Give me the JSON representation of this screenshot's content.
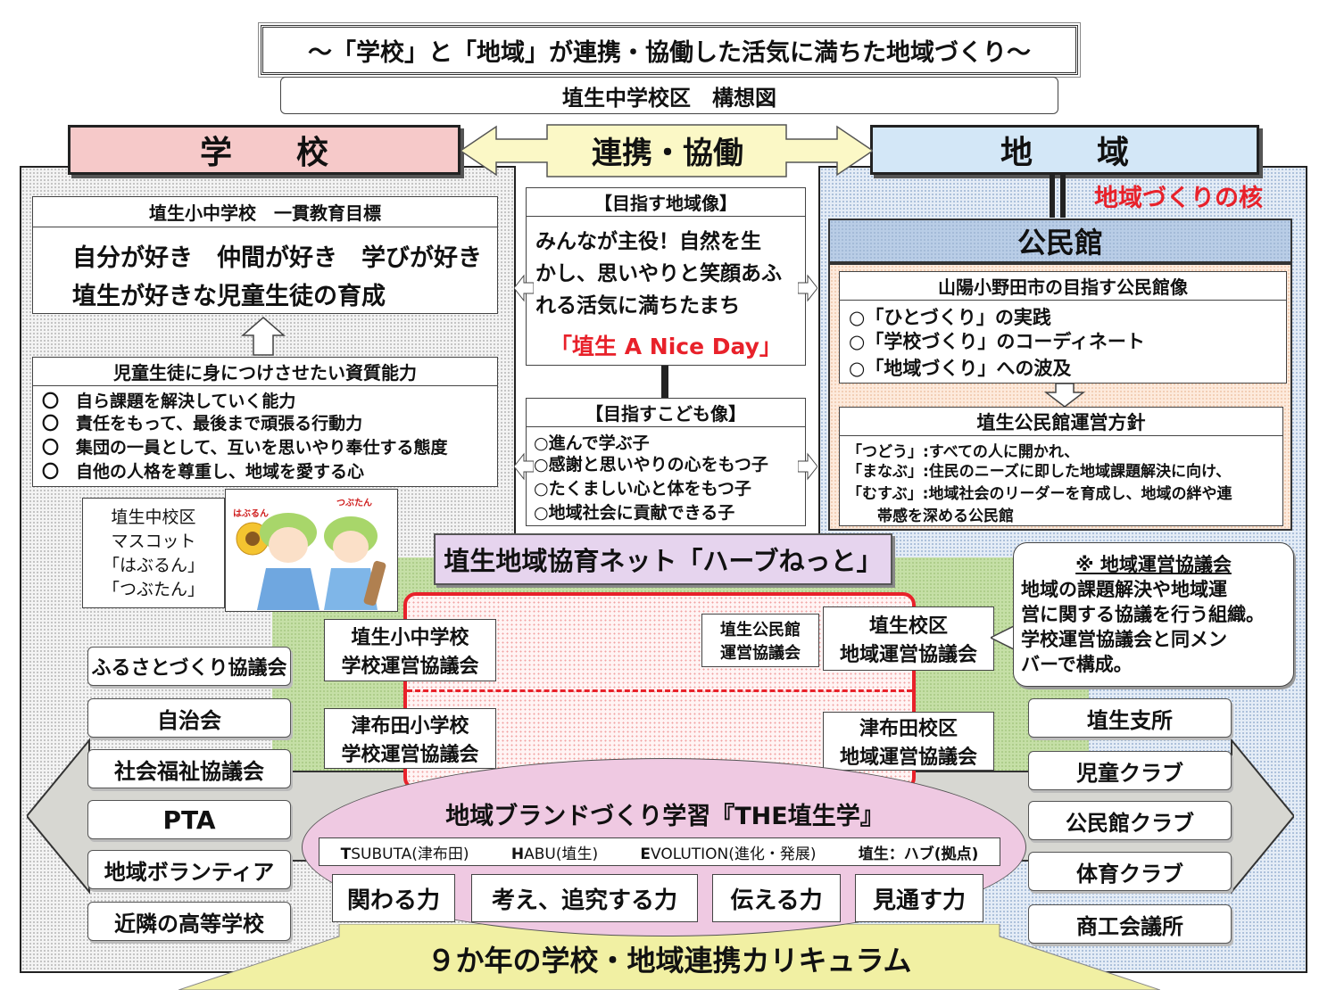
{
  "header": {
    "title": "～「学校」と「地域」が連携・協働した活気に満ちた地域づくり～",
    "subtitle": "埴生中学校区　構想図"
  },
  "school": {
    "label": "学　　校",
    "goal_title": "埴生小中学校　一貫教育目標",
    "goal_lines": [
      "自分が好き　仲間が好き　学びが好き",
      "埴生が好きな児童生徒の育成"
    ],
    "abilities_title": "児童生徒に身につけさせたい資質能力",
    "abilities": [
      "〇　自ら課題を解決していく能力",
      "〇　責任をもって、最後まで頑張る行動力",
      "〇　集団の一員として、互いを思いやり奉仕する態度",
      "〇　自他の人格を尊重し、地域を愛する心"
    ],
    "mascot_lines": [
      "埴生中校区",
      "マスコット",
      "「はぶるん」",
      "「つぶたん」"
    ],
    "mascot_img_labels": [
      "はぶるん",
      "つぶたん"
    ]
  },
  "collab": {
    "label": "連携・協働",
    "vision_title": "【目指す地域像】",
    "vision_lines": [
      "みんなが主役！自然を生",
      "かし、思いやりと笑顔あふ",
      "れる活気に満ちたまち"
    ],
    "vision_slogan": "「埴生 A Nice Day」",
    "child_title": "【目指すこども像】",
    "child_items": [
      "○進んで学ぶ子",
      "○感謝と思いやりの心をもつ子",
      "○たくましい心と体をもつ子",
      "○地域社会に貢献できる子"
    ]
  },
  "region": {
    "label": "地　　域",
    "core": "地域づくりの核",
    "kominkan": "公民館",
    "city_title": "山陽小野田市の目指す公民館像",
    "city_items": [
      "○「ひとづくり」の実践",
      "○「学校づくり」のコーディネート",
      "○「地域づくり」への波及"
    ],
    "policy_title": "埴生公民館運営方針",
    "policy_lines": [
      "「つどう」:すべての人に開かれ、",
      "「まなぶ」:住民のニーズに即した地域課題解決に向け、",
      "「むすぶ」:地域社会のリーダーを育成し、地域の絆や連",
      "　　帯感を深める公民館"
    ]
  },
  "network": {
    "label": "埴生地域協育ネット「ハーブねっと」",
    "hanyu_school_council": [
      "埴生小中学校",
      "学校運営協議会"
    ],
    "tsubuta_school_council": [
      "津布田小学校",
      "学校運営協議会"
    ],
    "kominkan_council": [
      "埴生公民館",
      "運営協議会"
    ],
    "hanyu_region_council": [
      "埴生校区",
      "地域運営協議会"
    ],
    "tsubuta_region_council": [
      "津布田校区",
      "地域運営協議会"
    ],
    "note_title": "※ 地域運営協議会",
    "note_lines": [
      "地域の課題解決や地域運",
      "営に関する協議を行う組織。",
      "学校運営協議会と同メン",
      "バーで構成。"
    ]
  },
  "left_orgs": [
    "ふるさとづくり協議会",
    "自治会",
    "社会福祉協議会",
    "PTA",
    "地域ボランティア",
    "近隣の高等学校"
  ],
  "right_orgs": [
    "埴生支所",
    "児童クラブ",
    "公民館クラブ",
    "体育クラブ",
    "商工会議所"
  ],
  "learning": {
    "title": "地域ブランドづくり学習『THE埴生学』",
    "acronym": [
      {
        "initial": "T",
        "rest": "SUBUTA(津布田)"
      },
      {
        "initial": "H",
        "rest": "ABU(埴生)"
      },
      {
        "initial": "E",
        "rest": "VOLUTION(進化・発展)"
      },
      {
        "initial": "",
        "rest": "埴生：ハブ(拠点)"
      }
    ],
    "powers": [
      "関わる力",
      "考え、追究する力",
      "伝える力",
      "見通す力"
    ]
  },
  "curriculum": "９か年の学校・地域連携カリキュラム",
  "colors": {
    "school_pink": "#f6c9c9",
    "region_blue": "#d3e7f7",
    "collab_yellow": "#fbf8c6",
    "network_purple": "#e6d4ee",
    "ellipse_pink": "#efc9e2",
    "red_accent": "#e8212a",
    "arrow_yellow": "#f1f0a3"
  }
}
